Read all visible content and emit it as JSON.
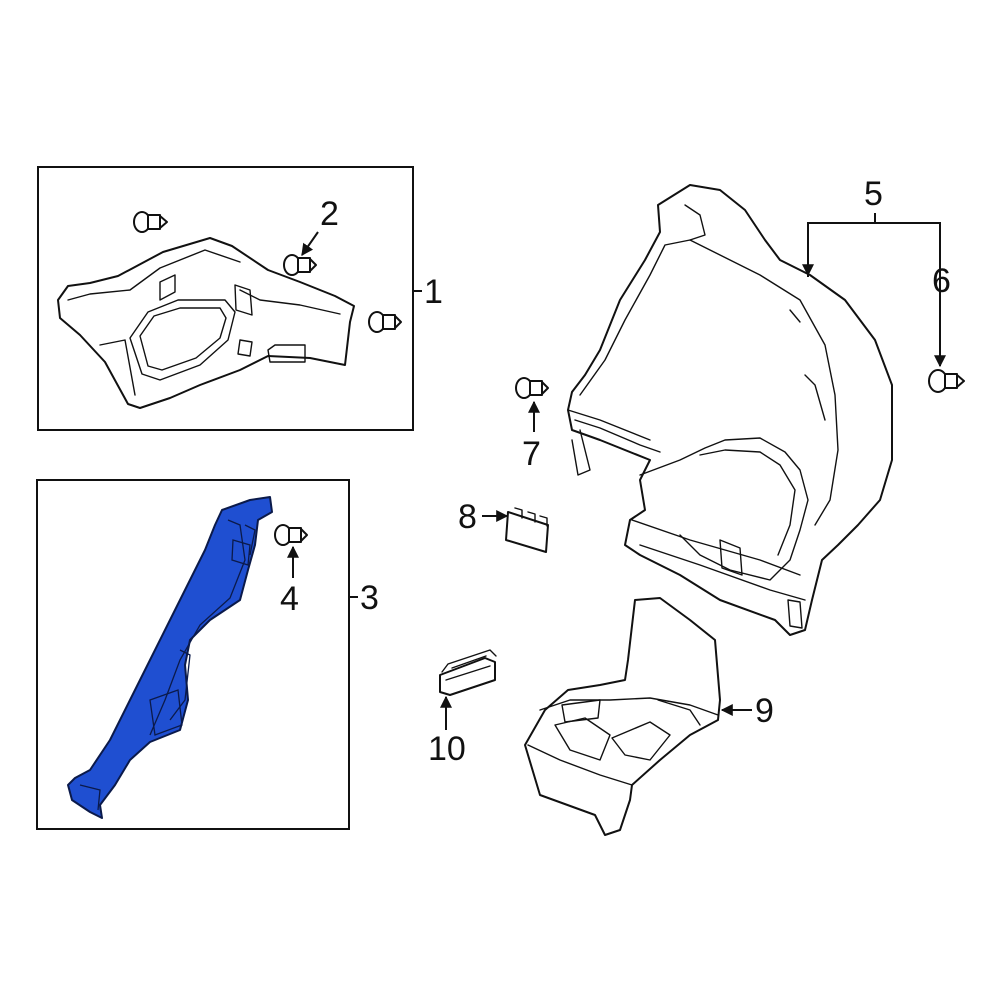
{
  "callouts": {
    "c1": "1",
    "c2": "2",
    "c3": "3",
    "c4": "4",
    "c5": "5",
    "c6": "6",
    "c7": "7",
    "c8": "8",
    "c9": "9",
    "c10": "10"
  },
  "colors": {
    "highlight_part": "#1f4fd1",
    "line_art": "#111111",
    "background": "#ffffff"
  }
}
